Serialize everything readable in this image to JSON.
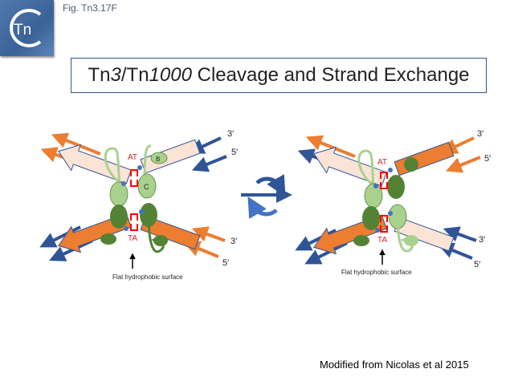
{
  "header": {
    "fig_label": "Fig. Tn3.17F",
    "logo_text": "Tn"
  },
  "title": {
    "part1": "Tn",
    "part2": "3",
    "part3": "/Tn",
    "part4": "1000",
    "part5": " Cleavage and Strand Exchange"
  },
  "left_panel": {
    "top_right_3": "3′",
    "top_right_5": "5′",
    "bottom_right_3": "3′",
    "bottom_right_5": "5′",
    "site_top": "AT",
    "site_bottom": "TA",
    "domain_b": "B",
    "domain_c": "C",
    "surface_label": "Flat hydrophobic surface"
  },
  "right_panel": {
    "top_right_3": "3′",
    "top_right_5": "5′",
    "bottom_right_3": "3′",
    "bottom_right_5": "5′",
    "site_top": "AT",
    "site_bottom": "TA",
    "surface_label": "Flat hydrophobic surface"
  },
  "caption": "Modified from Nicolas et al 2015",
  "colors": {
    "peach": "#fbe3d6",
    "orange": "#ed7d31",
    "blue": "#2f5597",
    "light_green": "#a9d18e",
    "dark_green": "#548235",
    "red": "#ff0000"
  }
}
